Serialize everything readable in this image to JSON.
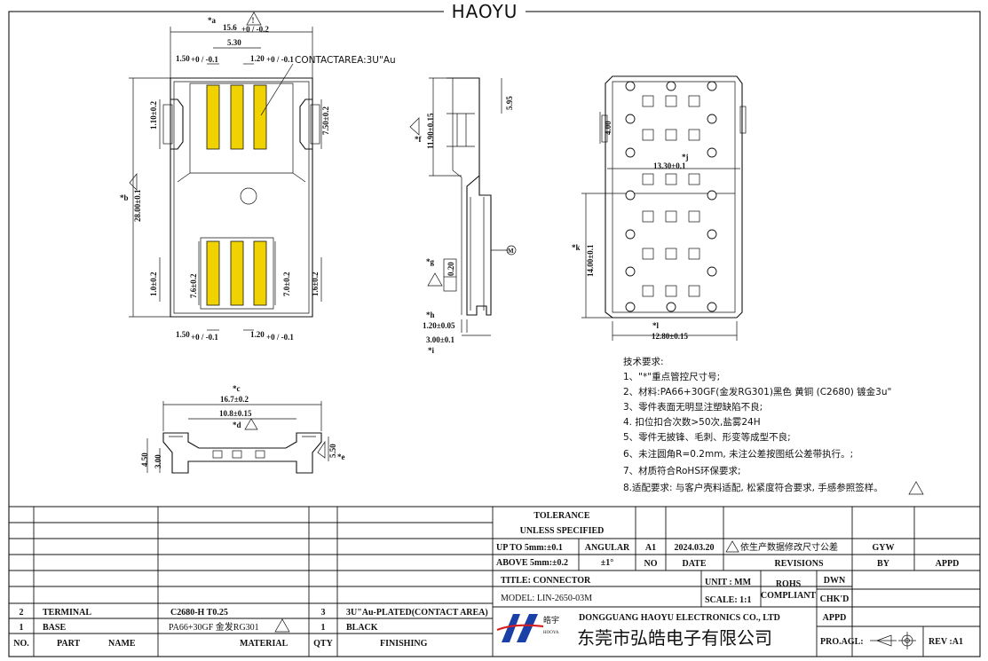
{
  "brand": "HAOYU",
  "top_view": {
    "dims": {
      "a": "*a",
      "width_total": "15.6",
      "width_tol": "+0 / -0.2",
      "center_span": "5.30",
      "pitch_left": "1.50",
      "pitch_left_tol": "+0 / -0.1",
      "pitch_right": "1.20",
      "pitch_right_tol": "+0 / -0.1",
      "contact_note": "CONTACTAREA:3U\"Au",
      "b": "*b",
      "length_total": "28.00±0.1",
      "left_upper": "1.10±0.2",
      "right_upper": "7.50±0.2",
      "left_lower": "1.0±0.2",
      "pad_lower_left": "7.6±0.2",
      "pad_lower_right": "7.0±0.2",
      "right_lower": "1.6±0.2",
      "bottom_pitch_left": "1.50",
      "bottom_pitch_left_tol": "+0 / -0.1",
      "bottom_pitch_right": "1.20",
      "bottom_pitch_right_tol": "+0 / -0.1"
    }
  },
  "side_view": {
    "dims": {
      "f": "*f",
      "height_upper": "11.90±0.15",
      "top_right": "5.95",
      "g": "*g",
      "flatness": "0.20",
      "datum": "M",
      "h": "*h",
      "thk": "1.20±0.05",
      "i": "*i",
      "base": "3.00±0.1"
    }
  },
  "bottom_view": {
    "dims": {
      "left_small": "4.00",
      "j": "*j",
      "inner_width": "13.30±0.1",
      "k": "*k",
      "height_lower": "14.00±0.1",
      "l": "*l",
      "outer_width": "12.80±0.15"
    }
  },
  "end_view": {
    "dims": {
      "c": "*c",
      "outer": "16.7±0.2",
      "inner": "10.8±0.15",
      "d": "*d",
      "h1": "4.50",
      "h2": "3.00",
      "e": "*e",
      "right": "5.50"
    }
  },
  "notes": {
    "title": "技术要求:",
    "items": [
      "1、\"*\"重点管控尺寸号;",
      "2、材料:PA66+30GF(金发RG301)黑色  黄铜 (C2680) 镀金3u\"",
      "3、零件表面无明显注塑缺陷不良;",
      "4. 扣位扣合次数>50次,盐雾24H",
      "5、零件无披锋、毛刺、形变等成型不良;",
      "6、未注圆角R=0.2mm, 未注公差按图纸公差带执行。;",
      "7、材质符合RoHS环保要求;",
      "8.适配要求: 与客户壳料适配, 松紧度符合要求, 手感参照签样。"
    ]
  },
  "title_block": {
    "bom_header": {
      "no": "NO.",
      "part": "PART",
      "name": "NAME",
      "material": "MATERIAL",
      "qty": "QTY",
      "finishing": "FINISHING"
    },
    "bom_rows": [
      {
        "no": "2",
        "part": "TERMINAL",
        "material": "C2680-H T0.25",
        "qty": "3",
        "finishing": "3U\"Au-PLATED(CONTACT AREA)"
      },
      {
        "no": "1",
        "part": "BASE",
        "material": "PA66+30GF 金发RG301",
        "qty": "1",
        "finishing": "BLACK"
      }
    ],
    "tolerance_title_1": "TOLERANCE",
    "tolerance_title_2": "UNLESS  SPECIFIED",
    "tol_up": "UP TO 5mm:±0.1",
    "tol_above": "ABOVE 5mm:±0.2",
    "angular_label": "ANGULAR",
    "angular_value": "±1°",
    "rev_row": {
      "rev": "A1",
      "date": "2024.03.20",
      "desc": "依生产数据修改尺寸公差",
      "by": "GYW"
    },
    "rev_header": {
      "no": "NO",
      "date": "DATE",
      "revisions": "REVISIONS",
      "by": "BY",
      "appd": "APPD"
    },
    "title_label": "TITLE: CONNECTOR",
    "model_label": "MODEL: LIN-2650-03M",
    "unit_label": "UNIT : MM",
    "scale_label": "SCALE: 1:1",
    "rohs": "ROHS",
    "compliant": "COMPLIANT",
    "dwn": "DWN",
    "chkd": "CHK'D",
    "appd": "APPD",
    "company_en": "DONGGUANG HAOYU ELECTRONICS CO., LTD",
    "company_cn": "东莞市弘皓电子有限公司",
    "logo_cn": "皓宇",
    "logo_en": "HOOYA",
    "pro_agl": "PRO.AGL:",
    "rev_label": "REV :A1"
  }
}
